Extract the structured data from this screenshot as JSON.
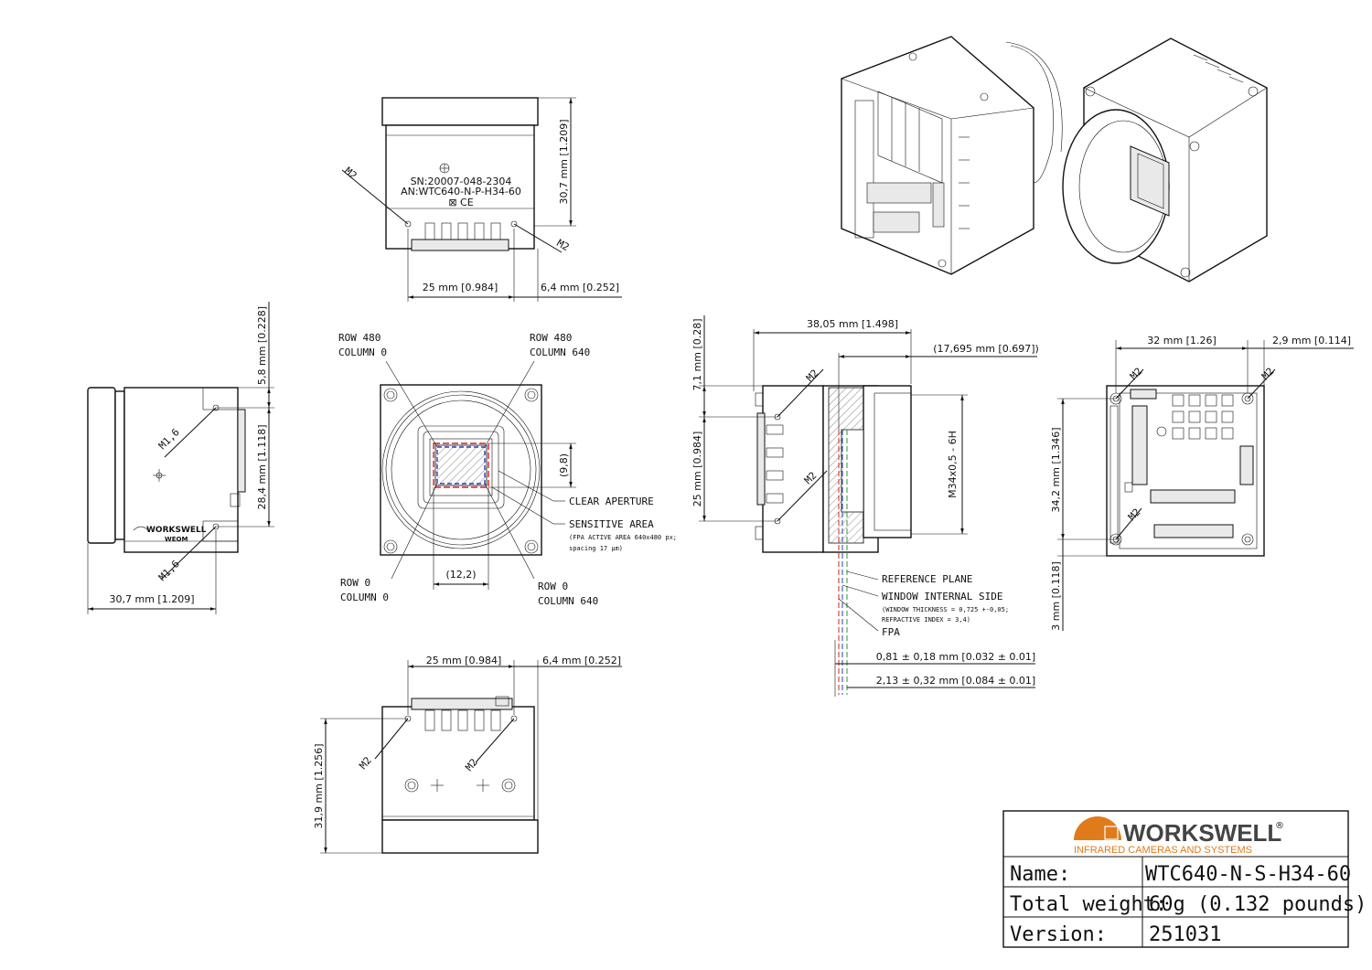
{
  "top_view": {
    "serial": "SN:20007-048-2304",
    "article": "AN:WTC640-N-P-H34-60",
    "marks": "⊠ CE",
    "thread_left": "M2",
    "thread_right": "M2",
    "dim_height": "30,7 mm [1.209]",
    "dim_width": "25 mm [0.984]",
    "dim_offset": "6,4 mm [0.252]"
  },
  "side_view": {
    "thread_top": "M1,6",
    "thread_bottom": "M1,6",
    "dim_top": "5,8 mm [0.228]",
    "dim_mid": "28,4 mm [1.118]",
    "dim_width": "30,7 mm [1.209]",
    "brand": "WORKSWELL",
    "brand_sub": "WEOM"
  },
  "front_view": {
    "corner_tl_row": "ROW 480",
    "corner_tl_col": "COLUMN 0",
    "corner_tr_row": "ROW 480",
    "corner_tr_col": "COLUMN 640",
    "corner_bl_row": "ROW 0",
    "corner_bl_col": "COLUMN 0",
    "corner_br_row": "ROW 0",
    "corner_br_col": "COLUMN 640",
    "dim_v": "(9,8)",
    "dim_h": "(12,2)",
    "clear_aperture": "CLEAR APERTURE",
    "sensitive_area": "SENSITIVE AREA",
    "sensitive_note_1": "(FPA ACTIVE AREA 640x480 px;",
    "sensitive_note_2": "spacing 17 μm)"
  },
  "bottom_view": {
    "dim_width": "25 mm [0.984]",
    "dim_offset": "6,4 mm [0.252]",
    "dim_height": "31,9 mm [1.256]",
    "thread_left": "M2",
    "thread_right": "M2"
  },
  "section_view": {
    "dim_total": "38,05 mm [1.498]",
    "dim_flange": "(17,695 mm [0.697])",
    "dim_top": "7,1 mm [0.28]",
    "dim_mid": "25 mm [0.984]",
    "thread_top": "M2",
    "thread_bottom": "M2",
    "lens_thread": "M34x0,5 - 6H",
    "reference_plane": "REFERENCE PLANE",
    "window_internal": "WINDOW INTERNAL SIDE",
    "window_note_1": "(WINDOW THICKNESS = 0,725 +-0,05;",
    "window_note_2": "REFRACTIVE INDEX = 3,4)",
    "fpa": "FPA",
    "dim_fpa_1": "0,81 ± 0,18 mm [0.032 ± 0.01]",
    "dim_fpa_2": "2,13 ± 0,32 mm [0.084 ± 0.01]"
  },
  "rear_view": {
    "dim_width": "32 mm [1.26]",
    "dim_edge": "2,9 mm [0.114]",
    "dim_height": "34,2 mm [1.346]",
    "dim_bottom": "3 mm [0.118]",
    "thread_tl": "M2",
    "thread_tr": "M2",
    "thread_bl": "M2"
  },
  "title_block": {
    "logo": "WORKSWELL",
    "tagline": "INFRARED CAMERAS AND SYSTEMS",
    "name_label": "Name:",
    "name_value": "WTC640-N-S-H34-60",
    "weight_label": "Total weight:",
    "weight_value": "60g (0.132 pounds)",
    "version_label": "Version:",
    "version_value": "251031"
  },
  "colors": {
    "logo_orange": "#e07b1c",
    "sensor_red": "#d22222",
    "sensor_blue": "#2a3fbf",
    "ref_green": "#2a9a2a"
  }
}
